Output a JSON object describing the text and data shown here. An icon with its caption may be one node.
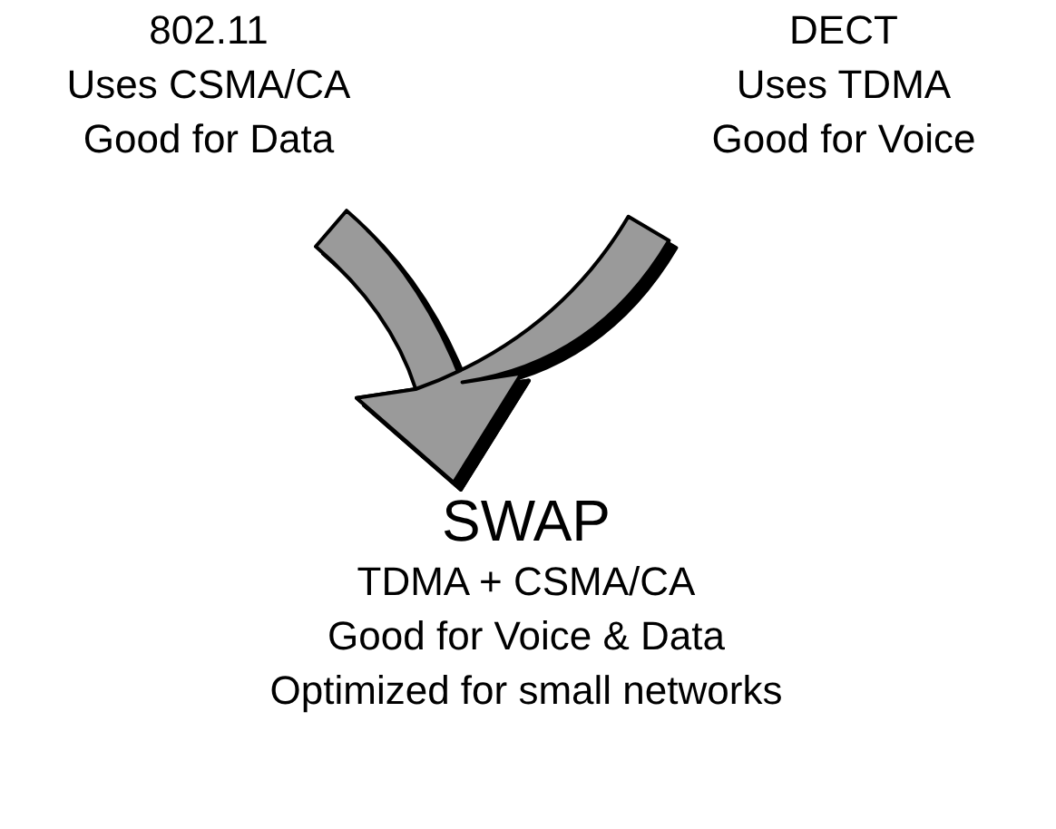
{
  "diagram": {
    "nodes": [
      {
        "text": [
          "802.11",
          "Uses CSMA/CA",
          "Good for Data"
        ]
      },
      {
        "text": [
          "DECT",
          "Uses TDMA",
          "Good for Voice"
        ]
      },
      {
        "text": [
          "SWAP",
          "TDMA + CSMA/CA",
          "Good for Voice & Data",
          "Optimized for small networks"
        ]
      }
    ],
    "edges": [
      {
        "from": 0,
        "to": 2,
        "arrow": "to",
        "style": "thick"
      },
      {
        "from": 1,
        "to": 2,
        "arrow": "to",
        "style": "thick"
      }
    ]
  }
}
